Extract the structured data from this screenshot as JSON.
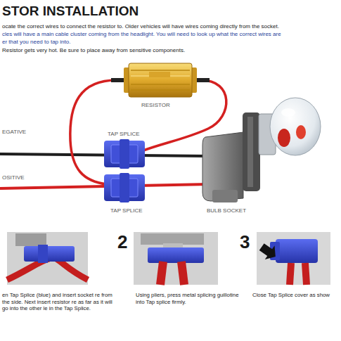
{
  "diagram": {
    "title": "STOR INSTALLATION",
    "labels": [
      "ocate the correct wires to connect the resistor to. Older vehicles will have wires coming directly from the socket.",
      "cles will have a main cable cluster coming from the headlight. You will need to look up what the correct wires are",
      "er that you need to tap into.",
      "Resistor gets very hot. Be sure to place away from sensitive components.",
      "RESISTOR",
      "EGATIVE",
      "TAP SPLICE",
      "OSITIVE",
      "TAP SPLICE",
      "BULB SOCKET",
      "2",
      "3",
      "en Tap Splice (blue) and insert socket re from the side. Next insert resistor re as far as it will go into the other le in the Tap Splice.",
      "Using pliers, press metal splicing guillotine into Tap splice firmly.",
      "Close Tap Splice cover as show"
    ]
  }
}
